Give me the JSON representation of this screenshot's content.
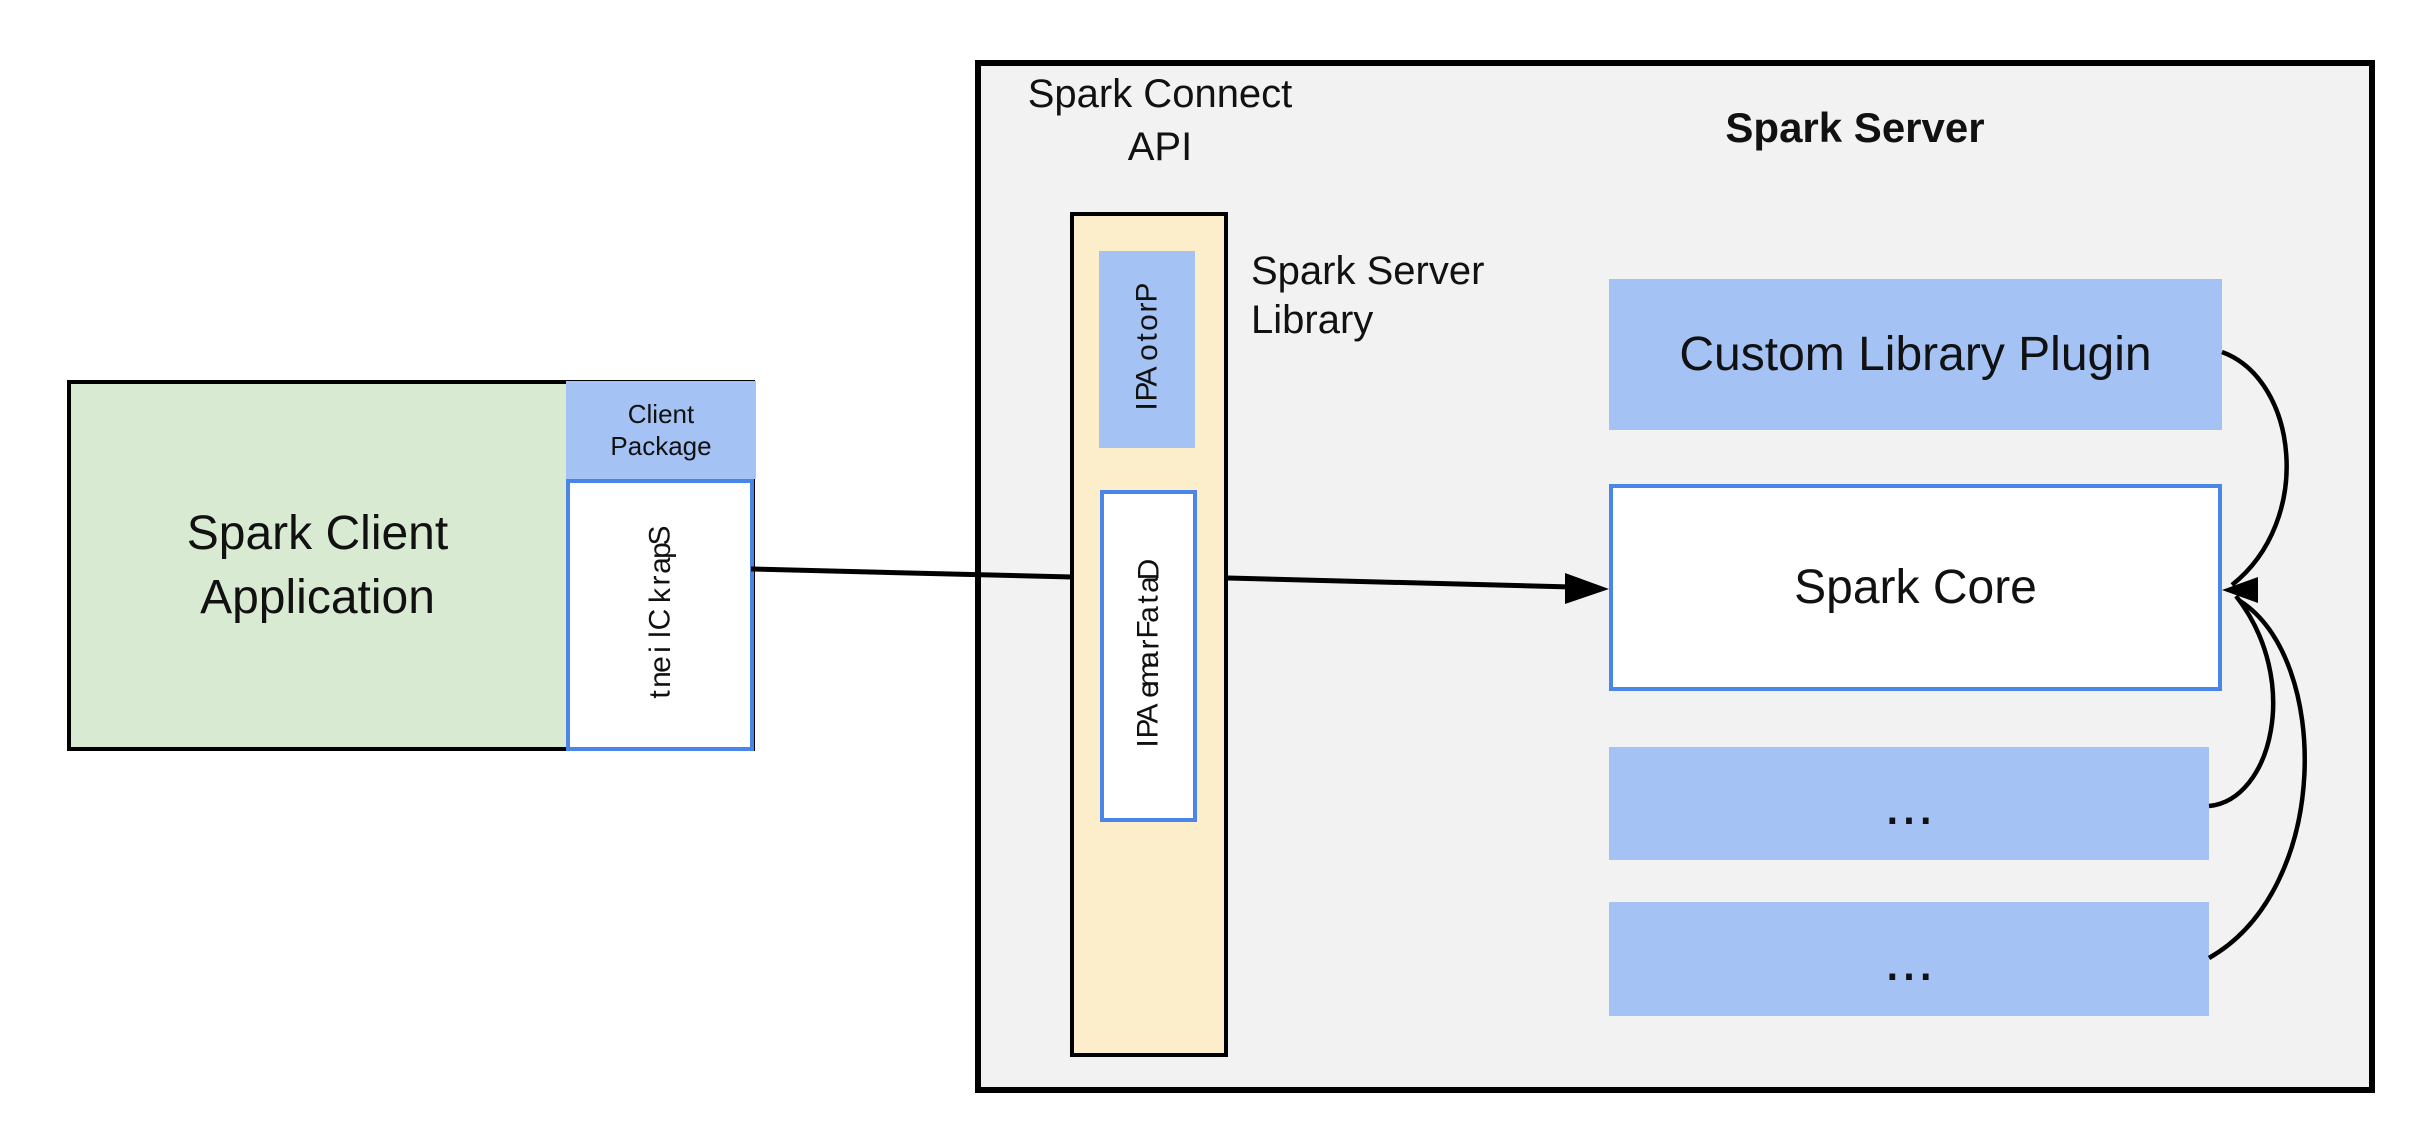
{
  "client_area": {
    "application_label": "Spark Client\nApplication",
    "package_label": "Client\nPackage",
    "client_box_label": "Spark Client"
  },
  "connect_area": {
    "api_title": "Spark Connect\nAPI",
    "proto_api_label": "Proto API",
    "dataframe_api_label": "DataFrame API",
    "server_library_label": "Spark Server\nLibrary"
  },
  "server_area": {
    "title": "Spark Server",
    "plugin_label": "Custom Library Plugin",
    "core_label": "Spark Core",
    "extension_placeholder_1": "...",
    "extension_placeholder_2": "..."
  },
  "colors": {
    "client_fill": "#d9ead3",
    "accent_blue_fill": "#a4c2f4",
    "accent_blue_border": "#4a86e8",
    "connect_fill": "#fdeecb",
    "server_fill": "#f2f2f2",
    "outline": "#000000"
  }
}
